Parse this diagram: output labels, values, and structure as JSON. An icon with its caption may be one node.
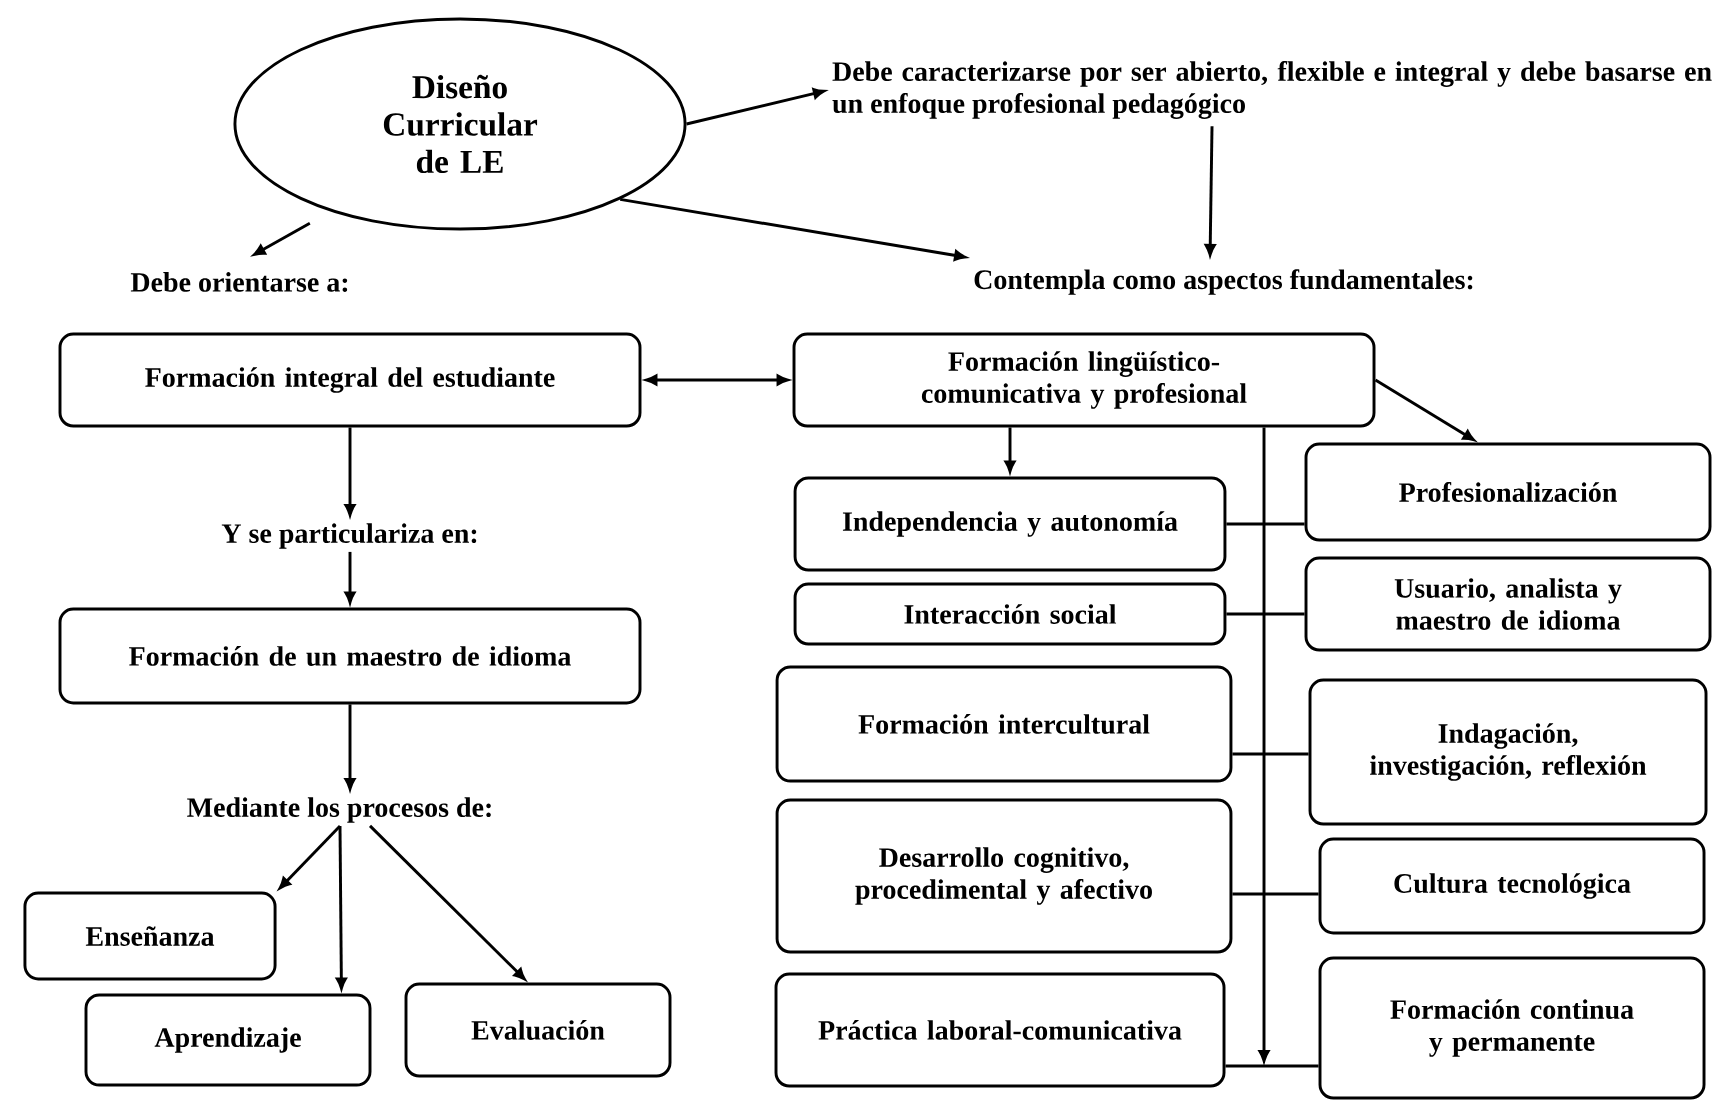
{
  "diagram": {
    "nodes": [
      {
        "text": [
          "Diseño Curricular de LE"
        ]
      },
      {
        "text": [
          "Debe caracterizarse por ser abierto, flexible e integral y debe basarse en un enfoque profesional pedagógico"
        ]
      },
      {
        "text": [
          "Debe orientarse a:"
        ]
      },
      {
        "text": [
          "Contempla como aspectos fundamentales:"
        ]
      },
      {
        "text": [
          "Formación integral del estudiante"
        ]
      },
      {
        "text": [
          "Formación lingüístico-comunicativa y profesional"
        ]
      },
      {
        "text": [
          "Y se particulariza en:"
        ]
      },
      {
        "text": [
          "Independencia y autonomía"
        ]
      },
      {
        "text": [
          "Profesionalización"
        ]
      },
      {
        "text": [
          "Interacción social"
        ]
      },
      {
        "text": [
          "Usuario, analista y maestro de idioma"
        ]
      },
      {
        "text": [
          "Formación de un maestro de idioma"
        ]
      },
      {
        "text": [
          "Formación intercultural"
        ]
      },
      {
        "text": [
          "Indagación, investigación, reflexión"
        ]
      },
      {
        "text": [
          "Mediante los procesos de:"
        ]
      },
      {
        "text": [
          "Desarrollo cognitivo, procedimental y afectivo"
        ]
      },
      {
        "text": [
          "Cultura tecnológica"
        ]
      },
      {
        "text": [
          "Enseñanza"
        ]
      },
      {
        "text": [
          "Práctica laboral-comunicativa"
        ]
      },
      {
        "text": [
          "Formación continua y permanente"
        ]
      },
      {
        "text": [
          "Aprendizaje"
        ]
      },
      {
        "text": [
          "Evaluación"
        ]
      }
    ],
    "edges": [
      {
        "from": 0,
        "to": 1,
        "arrow": "to"
      },
      {
        "from": 0,
        "to": 2,
        "arrow": "to"
      },
      {
        "from": 0,
        "to": 3,
        "arrow": "to"
      },
      {
        "from": 1,
        "to": 3,
        "arrow": "to"
      },
      {
        "from": 4,
        "to": 5,
        "arrow": "both"
      },
      {
        "from": 4,
        "to": 6,
        "arrow": "to"
      },
      {
        "from": 6,
        "to": 11,
        "arrow": "to"
      },
      {
        "from": 11,
        "to": 14,
        "arrow": "to"
      },
      {
        "from": 14,
        "to": 17,
        "arrow": "to"
      },
      {
        "from": 14,
        "to": 20,
        "arrow": "to"
      },
      {
        "from": 14,
        "to": 21,
        "arrow": "to"
      },
      {
        "from": 5,
        "to": 7,
        "arrow": "to"
      },
      {
        "from": 5,
        "to": 8,
        "arrow": "to"
      },
      {
        "from": 5,
        "to": null,
        "arrow": "to"
      },
      {
        "from": 7,
        "to": 8,
        "arrow": "none"
      },
      {
        "from": 9,
        "to": 10,
        "arrow": "none"
      },
      {
        "from": 12,
        "to": 13,
        "arrow": "none"
      },
      {
        "from": 15,
        "to": 16,
        "arrow": "none"
      },
      {
        "from": 18,
        "to": 19,
        "arrow": "none"
      }
    ]
  }
}
